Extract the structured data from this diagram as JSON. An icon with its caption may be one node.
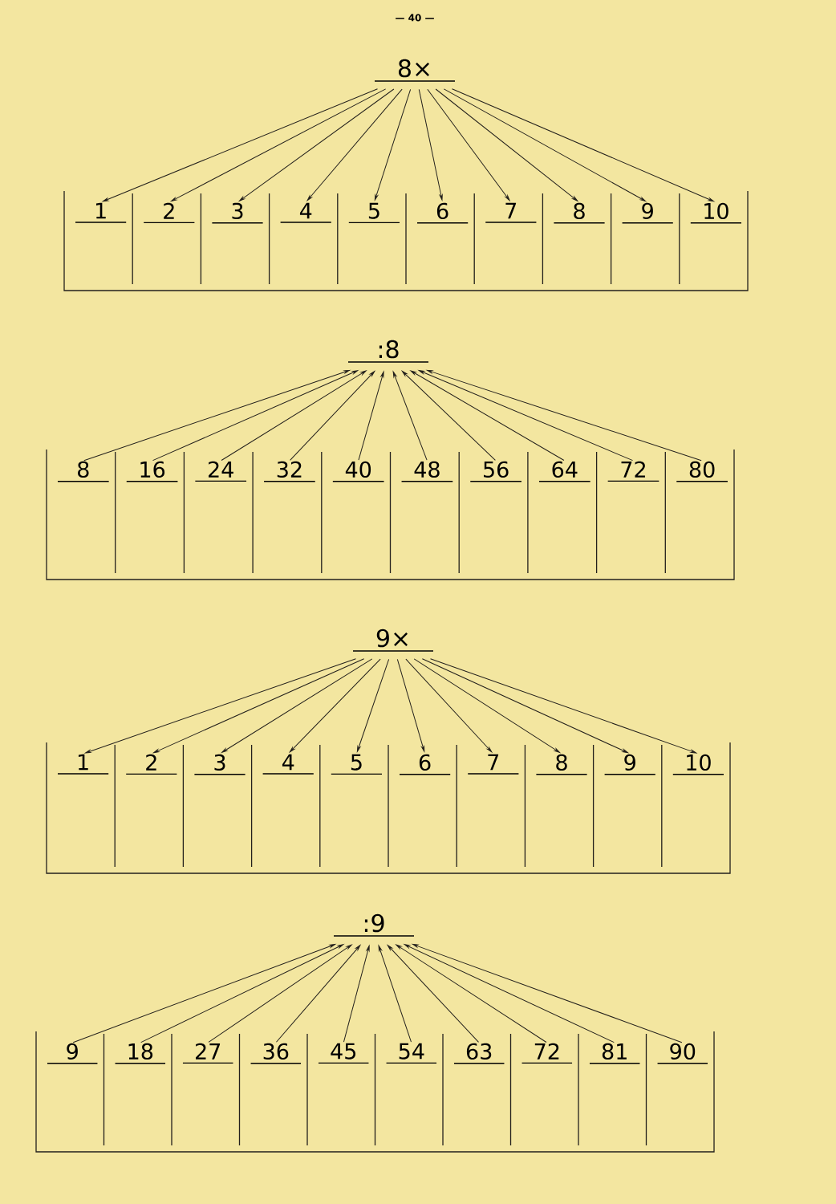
{
  "diagram": {
    "nodes": [
      {
        "text": [
          "8×"
        ]
      },
      {
        "text": [
          "1"
        ]
      },
      {
        "text": [
          "2"
        ]
      },
      {
        "text": [
          "3"
        ]
      },
      {
        "text": [
          "4"
        ]
      },
      {
        "text": [
          "5"
        ]
      },
      {
        "text": [
          "6"
        ]
      },
      {
        "text": [
          "7"
        ]
      },
      {
        "text": [
          "8"
        ]
      },
      {
        "text": [
          "9"
        ]
      },
      {
        "text": [
          "10"
        ]
      },
      {
        "text": [
          ":8"
        ]
      },
      {
        "text": [
          "8"
        ]
      },
      {
        "text": [
          "16"
        ]
      },
      {
        "text": [
          "24"
        ]
      },
      {
        "text": [
          "32"
        ]
      },
      {
        "text": [
          "40"
        ]
      },
      {
        "text": [
          "48"
        ]
      },
      {
        "text": [
          "56"
        ]
      },
      {
        "text": [
          "64"
        ]
      },
      {
        "text": [
          "72"
        ]
      },
      {
        "text": [
          "80"
        ]
      },
      {
        "text": [
          "9×"
        ]
      },
      {
        "text": [
          "1"
        ]
      },
      {
        "text": [
          "2"
        ]
      },
      {
        "text": [
          "3"
        ]
      },
      {
        "text": [
          "4"
        ]
      },
      {
        "text": [
          "5"
        ]
      },
      {
        "text": [
          "6"
        ]
      },
      {
        "text": [
          "7"
        ]
      },
      {
        "text": [
          "8"
        ]
      },
      {
        "text": [
          "9"
        ]
      },
      {
        "text": [
          "10"
        ]
      },
      {
        "text": [
          ":9"
        ]
      },
      {
        "text": [
          "9"
        ]
      },
      {
        "text": [
          "18"
        ]
      },
      {
        "text": [
          "27"
        ]
      },
      {
        "text": [
          "36"
        ]
      },
      {
        "text": [
          "45"
        ]
      },
      {
        "text": [
          "54"
        ]
      },
      {
        "text": [
          "63"
        ]
      },
      {
        "text": [
          "72"
        ]
      },
      {
        "text": [
          "81"
        ]
      },
      {
        "text": [
          "90"
        ]
      }
    ],
    "edges": [
      {
        "from": 0,
        "to": 1,
        "arrow": "to"
      },
      {
        "from": 0,
        "to": 2,
        "arrow": "to"
      },
      {
        "from": 0,
        "to": 3,
        "arrow": "to"
      },
      {
        "from": 0,
        "to": 4,
        "arrow": "to"
      },
      {
        "from": 0,
        "to": 5,
        "arrow": "to"
      },
      {
        "from": 0,
        "to": 6,
        "arrow": "to"
      },
      {
        "from": 0,
        "to": 7,
        "arrow": "to"
      },
      {
        "from": 0,
        "to": 8,
        "arrow": "to"
      },
      {
        "from": 0,
        "to": 9,
        "arrow": "to"
      },
      {
        "from": 0,
        "to": 10,
        "arrow": "to"
      },
      {
        "from": 12,
        "to": 11,
        "arrow": "to"
      },
      {
        "from": 13,
        "to": 11,
        "arrow": "to"
      },
      {
        "from": 14,
        "to": 11,
        "arrow": "to"
      },
      {
        "from": 15,
        "to": 11,
        "arrow": "to"
      },
      {
        "from": 16,
        "to": 11,
        "arrow": "to"
      },
      {
        "from": 17,
        "to": 11,
        "arrow": "to"
      },
      {
        "from": 18,
        "to": 11,
        "arrow": "to"
      },
      {
        "from": 19,
        "to": 11,
        "arrow": "to"
      },
      {
        "from": 20,
        "to": 11,
        "arrow": "to"
      },
      {
        "from": 21,
        "to": 11,
        "arrow": "to"
      },
      {
        "from": 22,
        "to": 23,
        "arrow": "to"
      },
      {
        "from": 22,
        "to": 24,
        "arrow": "to"
      },
      {
        "from": 22,
        "to": 25,
        "arrow": "to"
      },
      {
        "from": 22,
        "to": 26,
        "arrow": "to"
      },
      {
        "from": 22,
        "to": 27,
        "arrow": "to"
      },
      {
        "from": 22,
        "to": 28,
        "arrow": "to"
      },
      {
        "from": 22,
        "to": 29,
        "arrow": "to"
      },
      {
        "from": 22,
        "to": 30,
        "arrow": "to"
      },
      {
        "from": 22,
        "to": 31,
        "arrow": "to"
      },
      {
        "from": 22,
        "to": 32,
        "arrow": "to"
      },
      {
        "from": 34,
        "to": 33,
        "arrow": "to"
      },
      {
        "from": 35,
        "to": 33,
        "arrow": "to"
      },
      {
        "from": 36,
        "to": 33,
        "arrow": "to"
      },
      {
        "from": 37,
        "to": 33,
        "arrow": "to"
      },
      {
        "from": 38,
        "to": 33,
        "arrow": "to"
      },
      {
        "from": 39,
        "to": 33,
        "arrow": "to"
      },
      {
        "from": 40,
        "to": 33,
        "arrow": "to"
      },
      {
        "from": 41,
        "to": 33,
        "arrow": "to"
      },
      {
        "from": 42,
        "to": 33,
        "arrow": "to"
      },
      {
        "from": 43,
        "to": 33,
        "arrow": "to"
      }
    ],
    "labels": [
      "— 40 —"
    ]
  }
}
